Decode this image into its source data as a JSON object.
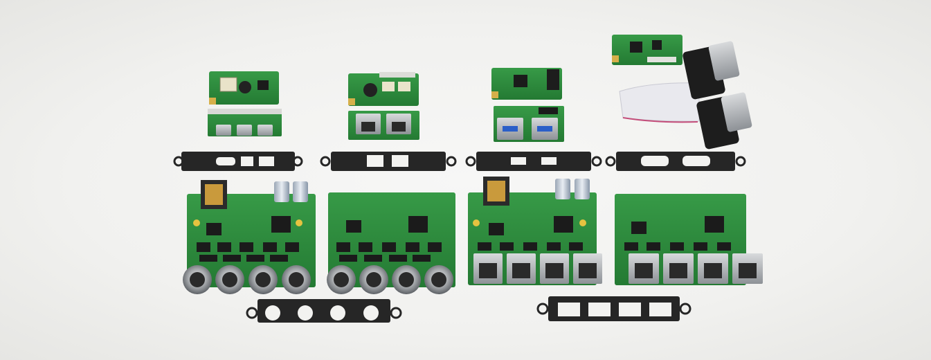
{
  "scene": {
    "colors": {
      "pcb": "#2e8a3e",
      "pcb_dark": "#1f6a2c",
      "pcb_edge": "#3aa04a",
      "bracket": "#2a2a2a",
      "chip": "#1b1b1b",
      "metal": "#b9bcbf",
      "metal_dark": "#7d8186",
      "gold": "#d6b04a",
      "cable": "#e9e9ee"
    },
    "modules": [
      {
        "kind": "mini-pcie-ieee1394"
      },
      {
        "kind": "mini-pcie-dual-lan"
      },
      {
        "kind": "mini-pcie-usb3"
      },
      {
        "kind": "mini-pcie-serial"
      }
    ],
    "boards": [
      {
        "kind": "m12-poe-4port"
      },
      {
        "kind": "m12-4port"
      },
      {
        "kind": "rj45-poe-4port"
      },
      {
        "kind": "rj45-4port"
      }
    ]
  }
}
